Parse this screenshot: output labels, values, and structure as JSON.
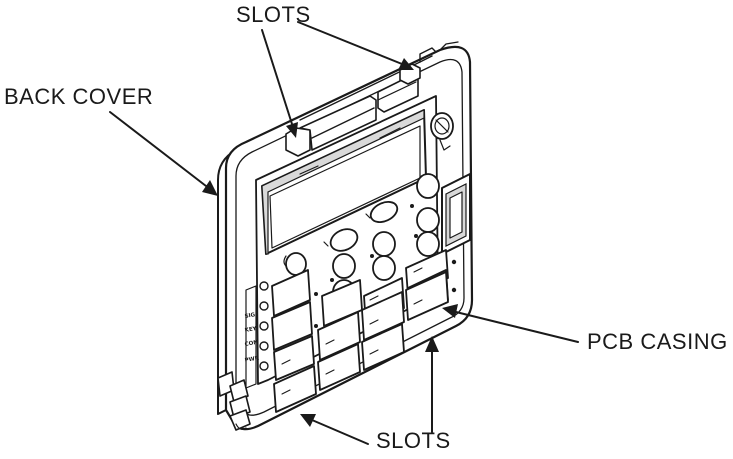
{
  "labels": {
    "slots_top": "SLOTS",
    "back_cover": "BACK COVER",
    "pcb_casing": "PCB CASING",
    "slots_bottom": "SLOTS"
  },
  "side_markings": [
    "SIG",
    "KEY",
    "COM",
    "PWR"
  ],
  "colors": {
    "line": "#1a1a1a",
    "background": "#ffffff",
    "shade": "#d9d9d9"
  }
}
